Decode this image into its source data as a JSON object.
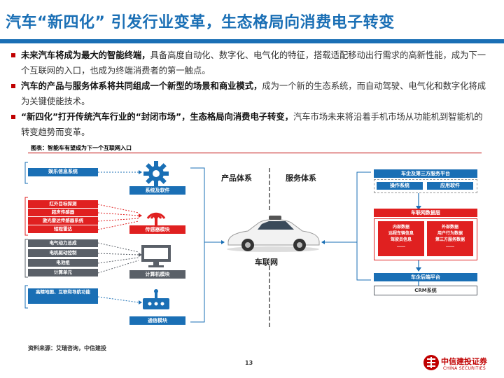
{
  "title": "汽车“新四化” 引发行业变革，生态格局向消费电子转变",
  "bullets": [
    {
      "bold": "未来汽车将成为最大的智能终端，",
      "text": "具备高度自动化、数字化、电气化的特征，搭载适配移动出行需求的高新性能，成为下一个互联网的入口，也成为终端消费者的第一触点。"
    },
    {
      "bold": "汽车的产品与服务体系将共同组成一个新型的场景和商业模式，",
      "text": "成为一个新的生态系统，而自动驾驶、电气化和数字化将成为关键使能技术。"
    },
    {
      "bold": "“新四化”打开传统汽车行业的“封闭市场”，生态格局向消费电子转变，",
      "text": "汽车市场未来将沿着手机市场从功能机到智能机的转变趋势而变革。"
    }
  ],
  "figure_caption": "图表：智能车有望成为下一个互联网入口",
  "diagram": {
    "left": {
      "group1": [
        "娱乐信息系统"
      ],
      "group1_label": "系统及软件",
      "group2": [
        "红外目标探测",
        "超声传感器",
        "激光雷达传感器系统",
        "短程雷达"
      ],
      "group2_label": "传感器模块",
      "group3": [
        "电气动力总成",
        "电机驱动控制",
        "电池组",
        "计算单元"
      ],
      "group3_label": "计算机模块",
      "group4": [
        "高精地图、互联和导航功能"
      ],
      "group4_label": "通信模块"
    },
    "center": {
      "product_system": "产品体系",
      "service_system": "服务体系",
      "car_label": "车联网"
    },
    "right": {
      "platform": "车企及第三方服务平台",
      "platform_items": [
        "操作系统",
        "应用软件"
      ],
      "data_layer": "车联网数据层",
      "data_left": [
        "内部数据",
        "远程车辆信息",
        "驾驶员信息",
        "……"
      ],
      "data_right": [
        "外部数据",
        "用户行为数据",
        "第三方服务数据",
        "……"
      ],
      "backend": "车企后端平台",
      "crm": "CRM系统"
    }
  },
  "source": "资料来源：艾瑞咨询，中信建投",
  "page_number": "13",
  "logo": {
    "cn": "中信建投证券",
    "en": "CHINA SECURITIES"
  }
}
